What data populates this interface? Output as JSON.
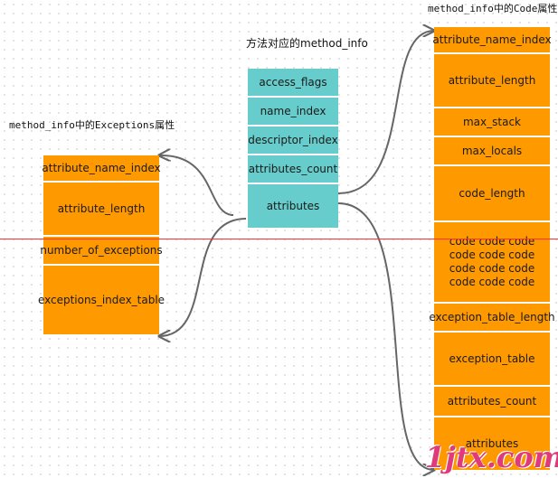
{
  "captions": {
    "center": "方法对应的method_info",
    "left": "method_info中的Exceptions属性",
    "right": "method_info中的Code属性"
  },
  "method_info": [
    "access_flags",
    "name_index",
    "descriptor_index",
    "attributes_count",
    "attributes"
  ],
  "exceptions_attr": [
    "attribute_name_index",
    "attribute_length",
    "number_of_exceptions",
    "exceptions_index_table"
  ],
  "code_attr": {
    "attribute_name_index": "attribute_name_index",
    "attribute_length": "attribute_length",
    "max_stack": "max_stack",
    "max_locals": "max_locals",
    "code_length": "code_length",
    "code_lines": [
      "code code code",
      "code code code",
      "code code code",
      "code code code"
    ],
    "exception_table_length": "exception_table_length",
    "exception_table": "exception_table",
    "attributes_count": "attributes_count",
    "attributes": "attributes"
  },
  "watermark": "1jtx.com",
  "colors": {
    "teal": "#66cdcc",
    "orange": "#ff9900",
    "divider": "#ff3333",
    "arrow": "#666666"
  }
}
